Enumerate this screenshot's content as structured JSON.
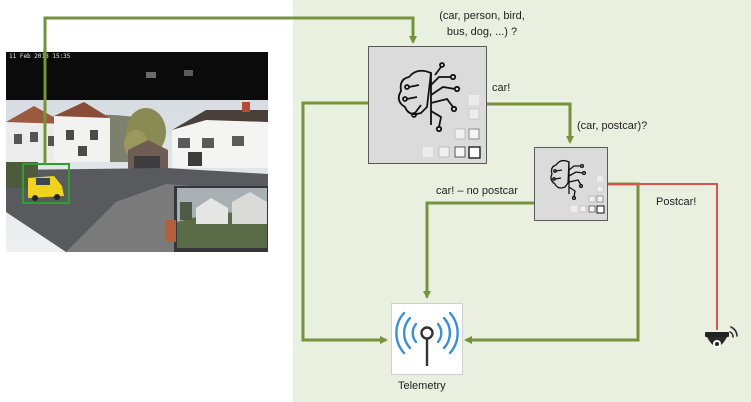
{
  "camera": {
    "timestamp": "11 Feb 2018 15:35"
  },
  "query_large": {
    "line1": "(car, person, bird,",
    "line2": "bus, dog, ...) ?"
  },
  "answer_car": "car!",
  "query_small": "(car, postcar)?",
  "answer_no_postcar": "car! – no postcar",
  "answer_postcar": "Postcar!",
  "telemetry_label": "Telemetry",
  "icons": {
    "brain": "brain-circuit-icon",
    "antenna": "antenna-signal-icon",
    "camera": "security-camera-icon"
  },
  "colors": {
    "panel": "#e9f0df",
    "flow": "#76923c",
    "postcar_flow": "#d9534f",
    "detection_box": "#2ca02c",
    "signal_blue": "#3a8fd6"
  }
}
